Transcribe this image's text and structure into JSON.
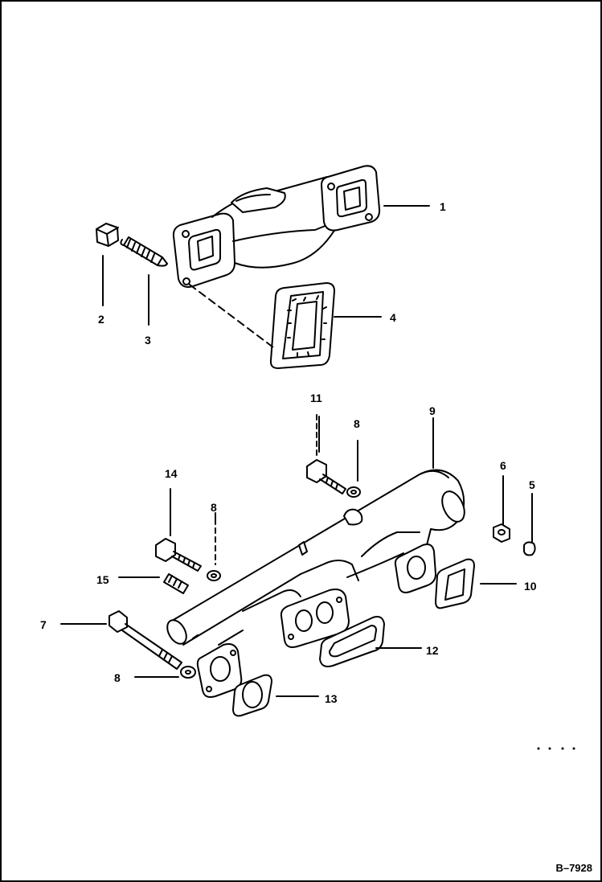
{
  "diagram": {
    "reference": "B–7928",
    "callouts": {
      "c1": "1",
      "c2": "2",
      "c3": "3",
      "c4": "4",
      "c5": "5",
      "c6": "6",
      "c7": "7",
      "c8a": "8",
      "c8b": "8",
      "c8c": "8",
      "c9": "9",
      "c10": "10",
      "c11": "11",
      "c12": "12",
      "c13": "13",
      "c14": "14",
      "c15": "15"
    }
  }
}
